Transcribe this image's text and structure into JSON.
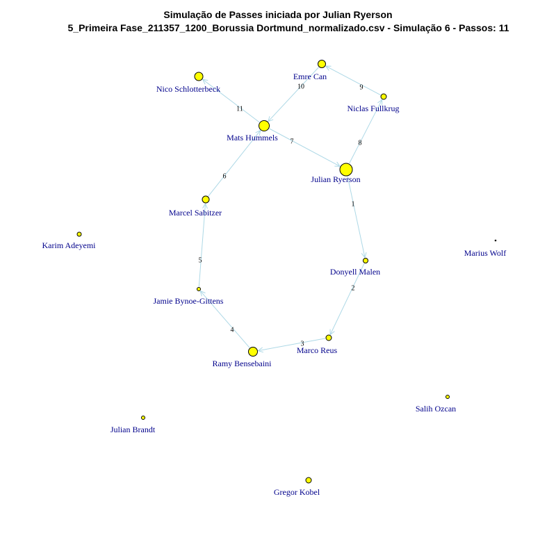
{
  "title": {
    "line1": "Simulação de Passes iniciada por Julian Ryerson",
    "line2": "5_Primeira Fase_211357_1200_Borussia Dortmund_normalizado.csv - Simulação 6 - Passos: 11"
  },
  "colors": {
    "node_fill": "#ffff00",
    "node_stroke": "#000000",
    "edge": "#add8e6",
    "label": "#00008b"
  },
  "players": [
    {
      "id": "julian-ryerson",
      "name": "Julian Ryerson"
    },
    {
      "id": "donyell-malen",
      "name": "Donyell Malen"
    },
    {
      "id": "marco-reus",
      "name": "Marco Reus"
    },
    {
      "id": "ramy-bensebaini",
      "name": "Ramy Bensebaini"
    },
    {
      "id": "jamie-bynoe-gittens",
      "name": "Jamie Bynoe-Gittens"
    },
    {
      "id": "marcel-sabitzer",
      "name": "Marcel Sabitzer"
    },
    {
      "id": "mats-hummels",
      "name": "Mats Hummels"
    },
    {
      "id": "niclas-fullkrug",
      "name": "Niclas Fullkrug"
    },
    {
      "id": "emre-can",
      "name": "Emre Can"
    },
    {
      "id": "nico-schlotterbeck",
      "name": "Nico Schlotterbeck"
    },
    {
      "id": "karim-adeyemi",
      "name": "Karim Adeyemi"
    },
    {
      "id": "marius-wolf",
      "name": "Marius Wolf"
    },
    {
      "id": "salih-ozcan",
      "name": "Salih Ozcan"
    },
    {
      "id": "julian-brandt",
      "name": "Julian Brandt"
    },
    {
      "id": "gregor-kobel",
      "name": "Gregor Kobel"
    }
  ],
  "passes": [
    {
      "step": "1",
      "from": "julian-ryerson",
      "to": "donyell-malen"
    },
    {
      "step": "2",
      "from": "donyell-malen",
      "to": "marco-reus"
    },
    {
      "step": "3",
      "from": "marco-reus",
      "to": "ramy-bensebaini"
    },
    {
      "step": "4",
      "from": "ramy-bensebaini",
      "to": "jamie-bynoe-gittens"
    },
    {
      "step": "5",
      "from": "jamie-bynoe-gittens",
      "to": "marcel-sabitzer"
    },
    {
      "step": "6",
      "from": "marcel-sabitzer",
      "to": "mats-hummels"
    },
    {
      "step": "7",
      "from": "mats-hummels",
      "to": "julian-ryerson"
    },
    {
      "step": "8",
      "from": "julian-ryerson",
      "to": "niclas-fullkrug"
    },
    {
      "step": "9",
      "from": "niclas-fullkrug",
      "to": "emre-can"
    },
    {
      "step": "10",
      "from": "emre-can",
      "to": "mats-hummels"
    },
    {
      "step": "11",
      "from": "mats-hummels",
      "to": "nico-schlotterbeck"
    }
  ]
}
